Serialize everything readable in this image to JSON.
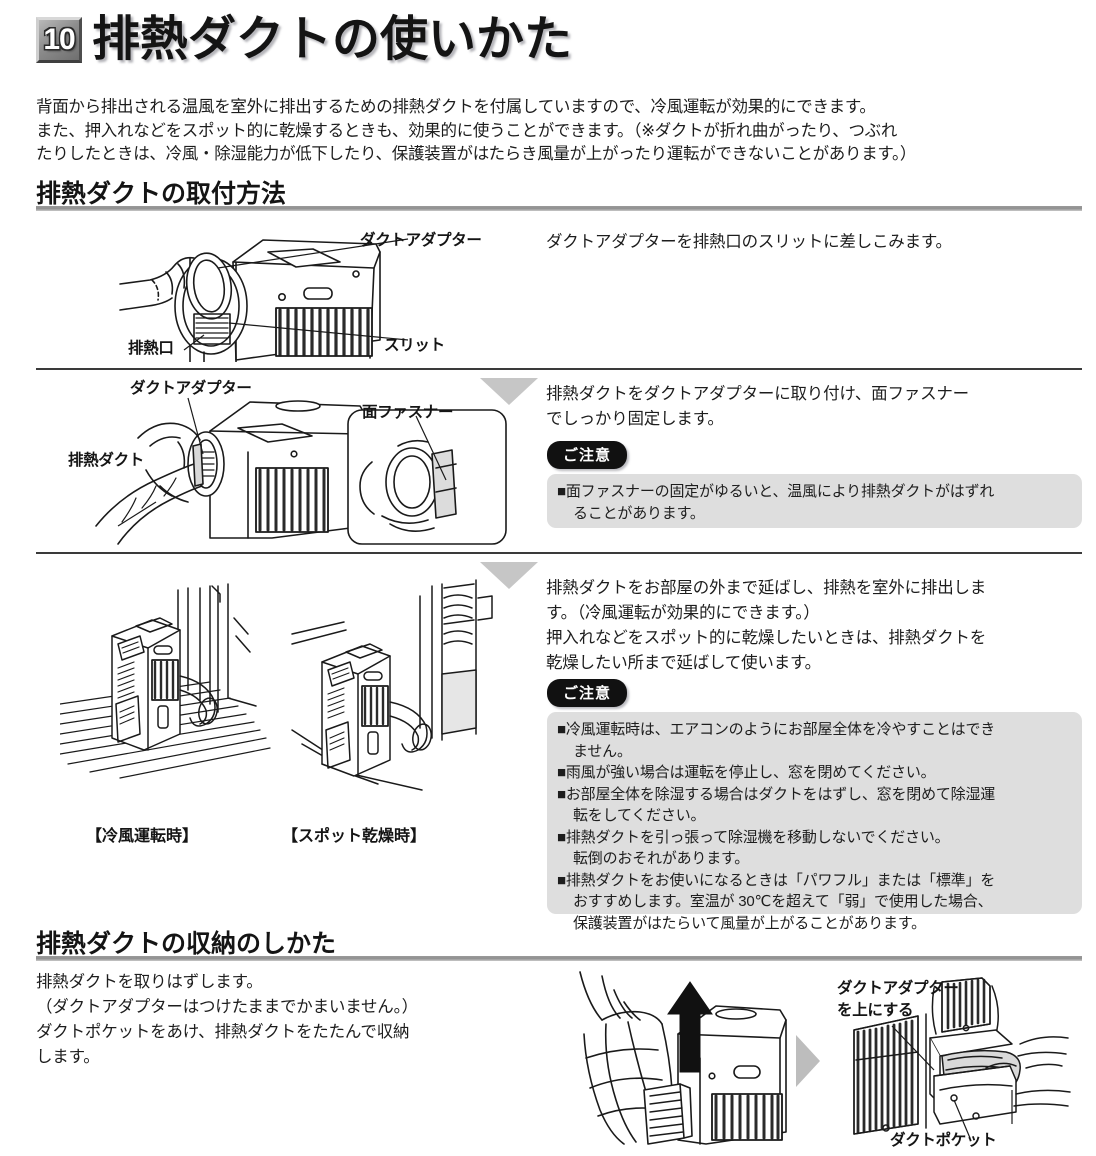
{
  "header": {
    "number_badge": "10",
    "title": "排熱ダクトの使いかた"
  },
  "intro": {
    "line1": "背面から排出される温風を室外に排出するための排熱ダクトを付属していますので、冷風運転が効果的にできます。",
    "line2": "また、押入れなどをスポット的に乾燥するときも、効果的に使うことができます。（※ダクトが折れ曲がったり、つぶれ",
    "line3": "たりしたときは、冷風・除湿能力が低下したり、保護装置がはたらき風量が上がったり運転ができないことがあります。）"
  },
  "section1": {
    "heading": "排熱ダクトの取付方法",
    "steps": [
      {
        "illustration_labels": {
          "adapter": "ダクトアダプター",
          "exhaust_port": "排熱口",
          "slit": "スリット"
        },
        "text_lines": [
          "ダクトアダプターを排熱口のスリットに差しこみます。"
        ]
      },
      {
        "illustration_labels": {
          "adapter": "ダクトアダプター",
          "duct": "排熱ダクト",
          "fastener": "面ファスナー"
        },
        "text_lines": [
          "排熱ダクトをダクトアダプターに取り付け、面ファスナー",
          "でしっかり固定します。"
        ],
        "caution_label": "ご注意",
        "caution_lines": [
          {
            "text": "■面ファスナーの固定がゆるいと、温風により排熱ダクトがはずれ",
            "indent": false
          },
          {
            "text": "ることがあります。",
            "indent": true
          }
        ]
      },
      {
        "captions": {
          "left": "【冷風運転時】",
          "right": "【スポット乾燥時】"
        },
        "text_lines": [
          "排熱ダクトをお部屋の外まで延ばし、排熱を室外に排出しま",
          "す。（冷風運転が効果的にできます。）",
          "押入れなどをスポット的に乾燥したいときは、排熱ダクトを",
          "乾燥したい所まで延ばして使います。"
        ],
        "caution_label": "ご注意",
        "caution_lines": [
          {
            "text": "■冷風運転時は、エアコンのようにお部屋全体を冷やすことはでき",
            "indent": false
          },
          {
            "text": "ません。",
            "indent": true
          },
          {
            "text": "■雨風が強い場合は運転を停止し、窓を閉めてください。",
            "indent": false
          },
          {
            "text": "■お部屋全体を除湿する場合はダクトをはずし、窓を閉めて除湿運",
            "indent": false
          },
          {
            "text": "転をしてください。",
            "indent": true
          },
          {
            "text": "■排熱ダクトを引っ張って除湿機を移動しないでください。",
            "indent": false
          },
          {
            "text": "転倒のおそれがあります。",
            "indent": true
          },
          {
            "text": "■排熱ダクトをお使いになるときは「パワフル」または「標準」を",
            "indent": false
          },
          {
            "text": "おすすめします。室温が 30℃を超えて「弱」で使用した場合、",
            "indent": true
          },
          {
            "text": "保護装置がはたらいて風量が上がることがあります。",
            "indent": true
          }
        ]
      }
    ]
  },
  "section2": {
    "heading": "排熱ダクトの収納のしかた",
    "text_lines": [
      "排熱ダクトを取りはずします。",
      "（ダクトアダプターはつけたままでかまいません。）",
      "ダクトポケットをあけ、排熱ダクトをたたんで収納",
      "します。"
    ],
    "illustration_labels": {
      "adapter_line1": "ダクトアダプター",
      "adapter_line2": "を上にする",
      "pocket": "ダクトポケット"
    }
  },
  "colors": {
    "rule_gray": "#9b9b9b",
    "rule_dark": "#3a3a3a",
    "caution_box_bg": "#dedede",
    "caution_pill_bg": "#111111",
    "triangle_gray": "#c6c6c6"
  }
}
